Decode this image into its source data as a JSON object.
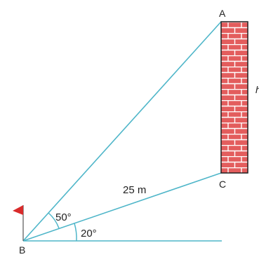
{
  "labels": {
    "point_a": "A",
    "point_b": "B",
    "point_c": "C",
    "distance": "25 m",
    "angle_large": "50°",
    "angle_small": "20°",
    "edge_glyph": "h"
  },
  "colors": {
    "line": "#4fb6c9",
    "brick_fill": "#e35d5d",
    "brick_mortar": "#ffffff",
    "wall_outline": "#1f1f1f",
    "flag": "#d92b2b",
    "text": "#222222"
  }
}
